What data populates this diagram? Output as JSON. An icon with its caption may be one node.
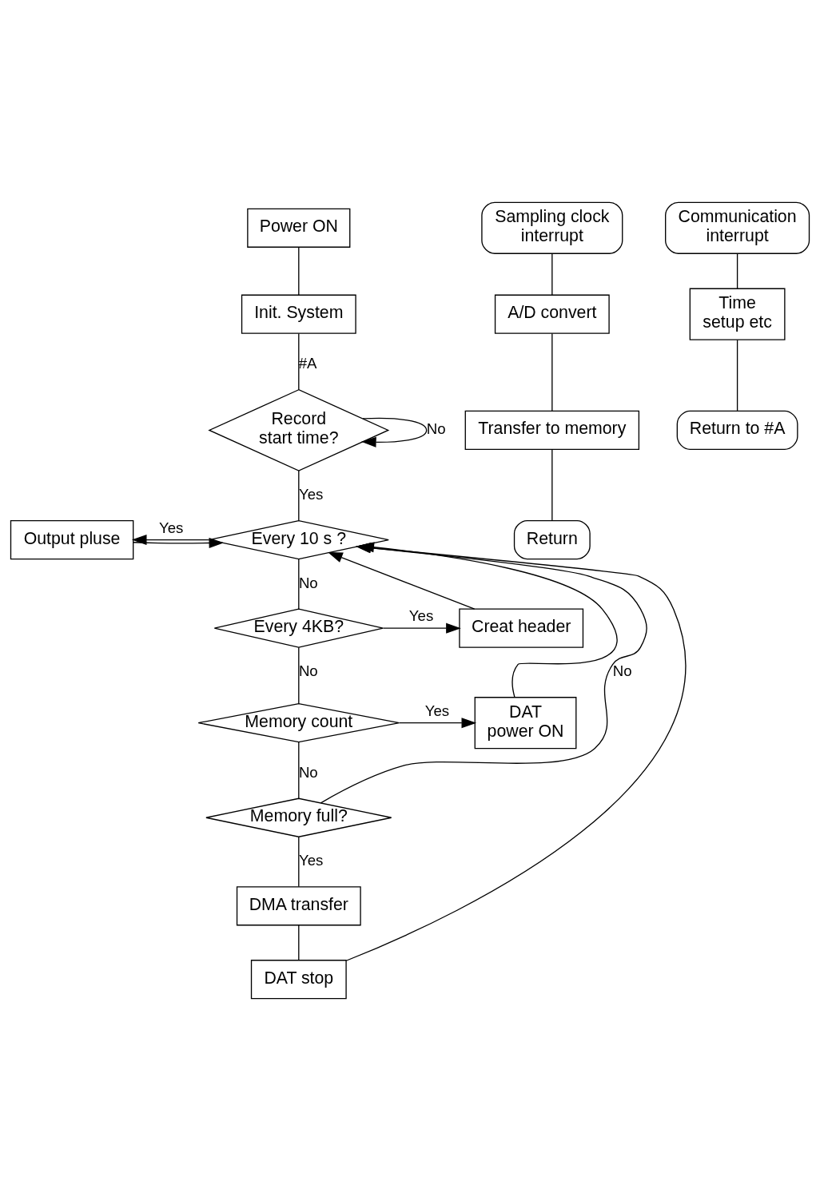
{
  "diagram": {
    "nodes": [
      {
        "text": [
          "Power ON"
        ]
      },
      {
        "text": [
          "Init. System"
        ]
      },
      {
        "text": [
          "Record start time?"
        ]
      },
      {
        "text": [
          "Output pluse"
        ]
      },
      {
        "text": [
          "Every 10 s ?"
        ]
      },
      {
        "text": [
          "Creat header"
        ]
      },
      {
        "text": [
          "Every 4KB?"
        ]
      },
      {
        "text": [
          "DAT power ON"
        ]
      },
      {
        "text": [
          "Memory count"
        ]
      },
      {
        "text": [
          "Memory full?"
        ]
      },
      {
        "text": [
          "DMA transfer"
        ]
      },
      {
        "text": [
          "DAT stop"
        ]
      },
      {
        "text": [
          "Sampling clock interrupt"
        ]
      },
      {
        "text": [
          "A/D convert"
        ]
      },
      {
        "text": [
          "Transfer to memory"
        ]
      },
      {
        "text": [
          "Return"
        ]
      },
      {
        "text": [
          "Communication interrupt"
        ]
      },
      {
        "text": [
          "Time setup etc"
        ]
      },
      {
        "text": [
          "Return to #A"
        ]
      }
    ],
    "edges": [
      {
        "from": 0,
        "to": 1,
        "arrow": "none"
      },
      {
        "from": 1,
        "to": 2,
        "arrow": "none",
        "label": "#A"
      },
      {
        "from": 2,
        "to": 2,
        "arrow": "to",
        "label": "No"
      },
      {
        "from": 2,
        "to": 4,
        "arrow": "none",
        "label": "Yes"
      },
      {
        "from": 4,
        "to": 3,
        "arrow": "to",
        "label": "Yes"
      },
      {
        "from": 3,
        "to": 4,
        "arrow": "to"
      },
      {
        "from": 4,
        "to": 6,
        "arrow": "none",
        "label": "No"
      },
      {
        "from": 6,
        "to": 5,
        "arrow": "to",
        "label": "Yes"
      },
      {
        "from": 5,
        "to": 4,
        "arrow": "to"
      },
      {
        "from": 6,
        "to": 8,
        "arrow": "none",
        "label": "No"
      },
      {
        "from": 8,
        "to": 7,
        "arrow": "to",
        "label": "Yes"
      },
      {
        "from": 7,
        "to": 4,
        "arrow": "to"
      },
      {
        "from": 8,
        "to": 9,
        "arrow": "none",
        "label": "No"
      },
      {
        "from": 9,
        "to": 4,
        "arrow": "to",
        "label": "No"
      },
      {
        "from": 9,
        "to": 10,
        "arrow": "none",
        "label": "Yes"
      },
      {
        "from": 10,
        "to": 11,
        "arrow": "none"
      },
      {
        "from": 11,
        "to": 4,
        "arrow": "to"
      },
      {
        "from": 12,
        "to": 13,
        "arrow": "none"
      },
      {
        "from": 13,
        "to": 14,
        "arrow": "none"
      },
      {
        "from": 14,
        "to": 15,
        "arrow": "none"
      },
      {
        "from": 16,
        "to": 17,
        "arrow": "none"
      },
      {
        "from": 17,
        "to": 18,
        "arrow": "none"
      }
    ]
  }
}
